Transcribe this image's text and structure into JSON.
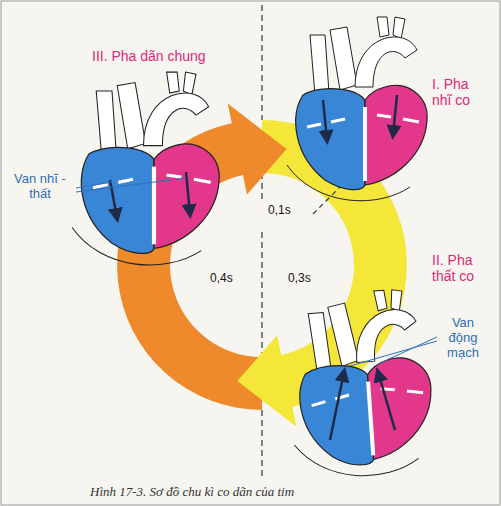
{
  "diagram": {
    "caption": "Hình 17-3. Sơ đồ chu kì co dãn của tim",
    "labels": [
      "III. Pha dãn chung",
      "Van nhĩ - thất",
      "I. Pha nhĩ co",
      "II. Pha thất co",
      "Van động mạch",
      "0,1s",
      "0,4s",
      "0,3s"
    ]
  }
}
